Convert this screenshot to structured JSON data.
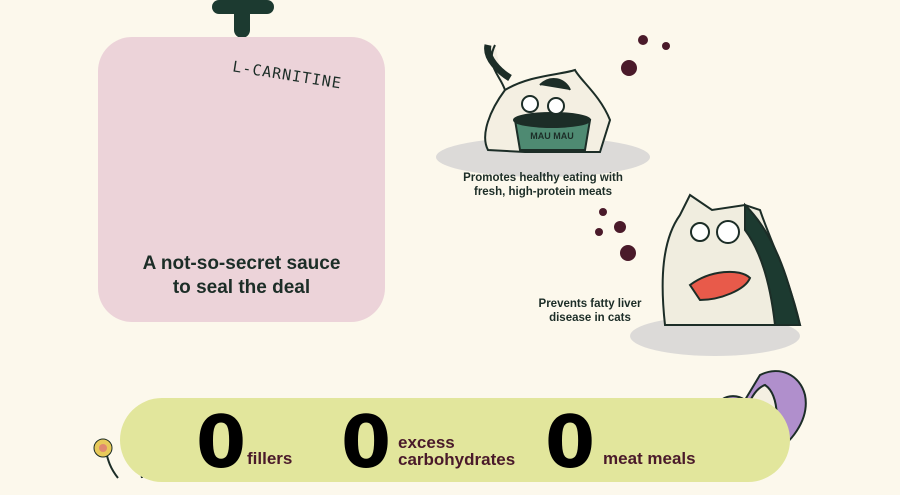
{
  "card": {
    "molecule_label": "L-CARNITINE",
    "title_line1": "A not-so-secret sauce",
    "title_line2": "to seal the deal"
  },
  "benefits": [
    {
      "line1": "Promotes healthy eating with",
      "line2": "fresh, high-protein meats",
      "bowl_text": "MAU MAU"
    },
    {
      "line1": "Prevents fatty liver",
      "line2": "disease in cats"
    }
  ],
  "zeros": [
    {
      "value": "0",
      "line1": "",
      "line2": "fillers"
    },
    {
      "value": "0",
      "line1": "excess",
      "line2": "carbohydrates"
    },
    {
      "value": "0",
      "line1": "",
      "line2": "meat meals"
    }
  ],
  "colors": {
    "background": "#fcf8ec",
    "card": "#ecd3d9",
    "band": "#e2e69c",
    "text": "#1c2d27",
    "label": "#4a1a2a"
  }
}
